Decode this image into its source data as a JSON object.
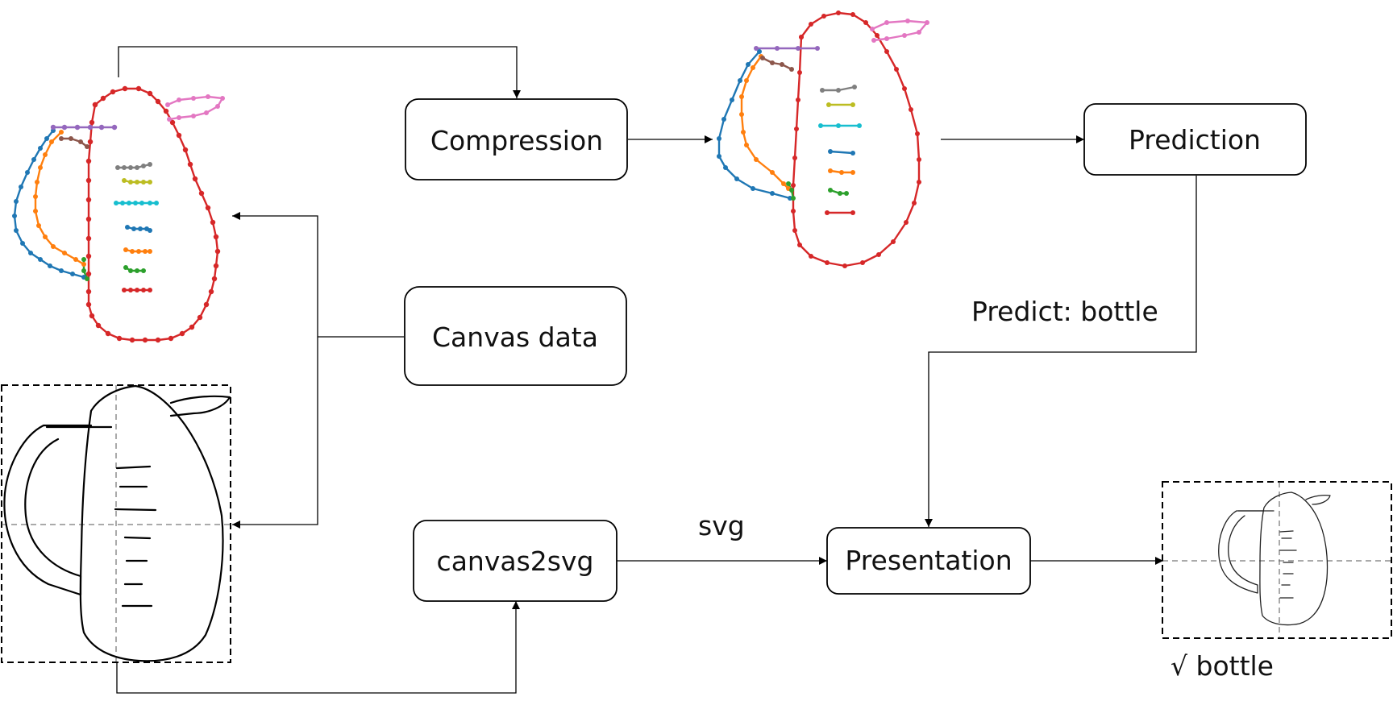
{
  "nodes": {
    "compression": "Compression",
    "canvas_data": "Canvas data",
    "prediction": "Prediction",
    "canvas2svg": "canvas2svg",
    "presentation": "Presentation"
  },
  "labels": {
    "predict_result": "Predict: bottle",
    "svg": "svg",
    "final_result": "√  bottle"
  },
  "colors": {
    "outline_red": "#d62728",
    "handle_blue": "#1f77b4",
    "handle_orange": "#ff7f0e",
    "top_purple": "#9467bd",
    "top_brown": "#8c564b",
    "spout_pink": "#e377c2",
    "tick_gray": "#7f7f7f",
    "tick_olive": "#bcbd22",
    "tick_cyan": "#17becf",
    "tick_green": "#2ca02c"
  }
}
